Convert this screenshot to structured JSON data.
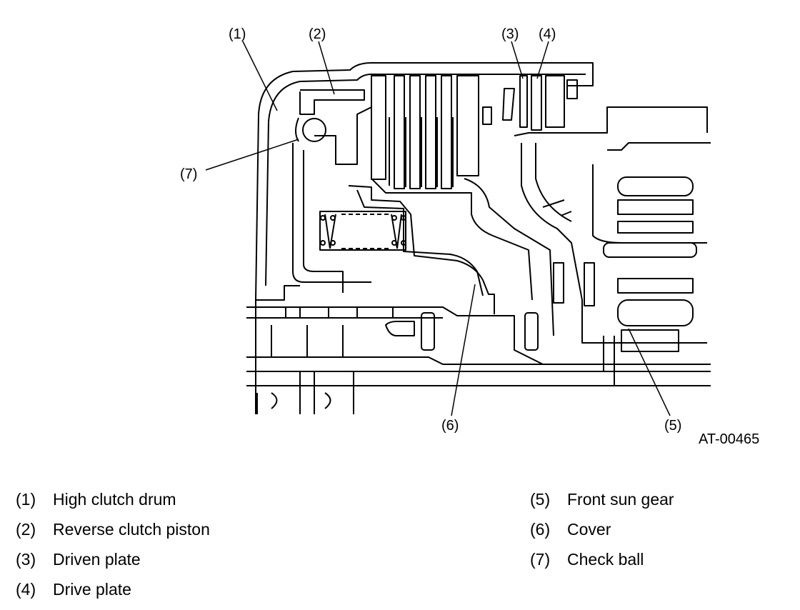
{
  "figure_code": "AT-00465",
  "callouts": [
    {
      "label": "(1)"
    },
    {
      "label": "(2)"
    },
    {
      "label": "(3)"
    },
    {
      "label": "(4)"
    },
    {
      "label": "(5)"
    },
    {
      "label": "(6)"
    },
    {
      "label": "(7)"
    }
  ],
  "legend": [
    {
      "number": "(1)",
      "text": "High clutch drum"
    },
    {
      "number": "(2)",
      "text": "Reverse clutch piston"
    },
    {
      "number": "(3)",
      "text": "Driven plate"
    },
    {
      "number": "(4)",
      "text": "Drive plate"
    },
    {
      "number": "(5)",
      "text": "Front sun gear"
    },
    {
      "number": "(6)",
      "text": "Cover"
    },
    {
      "number": "(7)",
      "text": "Check ball"
    }
  ]
}
